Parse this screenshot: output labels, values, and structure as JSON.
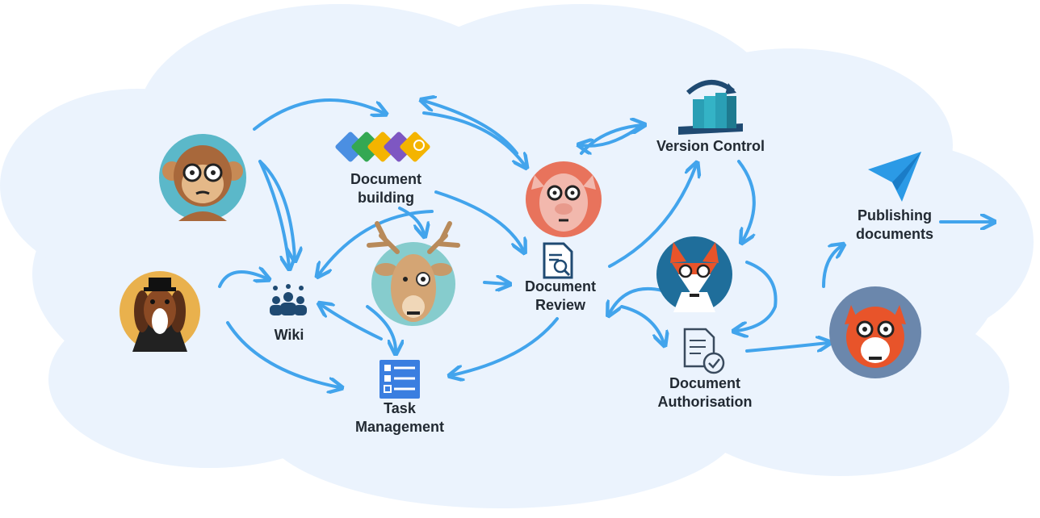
{
  "nodes": {
    "document_building": {
      "line1": "Document",
      "line2": "building"
    },
    "version_control": {
      "label": "Version Control"
    },
    "publishing_documents": {
      "line1": "Publishing",
      "line2": "documents"
    },
    "document_review": {
      "line1": "Document",
      "line2": "Review"
    },
    "wiki": {
      "label": "Wiki"
    },
    "task_management": {
      "line1": "Task",
      "line2": "Management"
    },
    "document_authorisation": {
      "line1": "Document",
      "line2": "Authorisation"
    }
  },
  "avatars": [
    "monkey",
    "beagle",
    "deer",
    "pig",
    "fox",
    "cat"
  ],
  "colors": {
    "cloud": "#ebf3fd",
    "arrow": "#3aa0ec",
    "monkey_bg": "#5bb8c9",
    "beagle_bg": "#e9b14d",
    "deer_bg": "#86cccd",
    "pig_bg": "#e8735c",
    "fox_bg": "#1f6e9b",
    "cat_bg": "#6b87ac",
    "icon_dark": "#1f4a72"
  }
}
